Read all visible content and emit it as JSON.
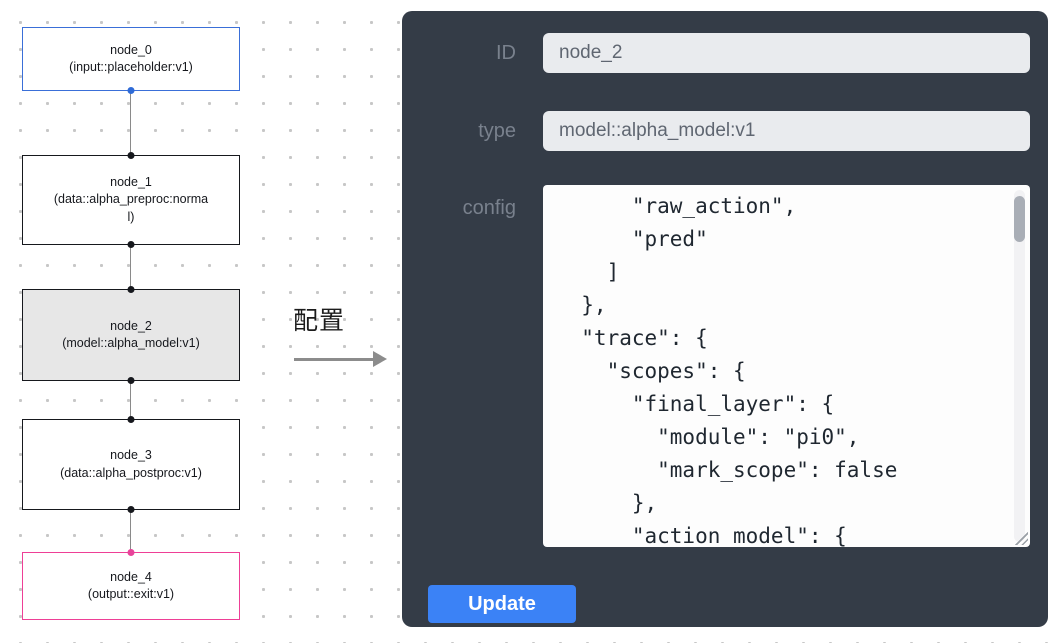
{
  "flow": {
    "nodes": [
      {
        "label": "node_0",
        "type_label": "(input::placeholder:v1)",
        "variant": "input"
      },
      {
        "label": "node_1",
        "type_label": "(data::alpha_preproc:normal)",
        "variant": "default"
      },
      {
        "label": "node_2",
        "type_label": "(model::alpha_model:v1)",
        "variant": "selected"
      },
      {
        "label": "node_3",
        "type_label": "(data::alpha_postproc:v1)",
        "variant": "default"
      },
      {
        "label": "node_4",
        "type_label": "(output::exit:v1)",
        "variant": "output"
      }
    ],
    "colors": {
      "input_border": "#3a6fd8",
      "output_border": "#ee3f96",
      "default_border": "#16181d",
      "selected_background": "#e7e7e7",
      "input_port": "#2f6bd7",
      "output_port": "#e8439a"
    }
  },
  "annotation": {
    "label": "配置"
  },
  "panel": {
    "background": "#343c47",
    "fields": [
      {
        "label": "ID",
        "value": "node_2"
      },
      {
        "label": "type",
        "value": "model::alpha_model:v1"
      }
    ],
    "config": {
      "label": "config",
      "value": "      \"raw_action\",\n      \"pred\"\n    ]\n  },\n  \"trace\": {\n    \"scopes\": {\n      \"final_layer\": {\n        \"module\": \"pi0\",\n        \"mark_scope\": false\n      },\n      \"action_model\": {"
    },
    "update_button": {
      "label": "Update",
      "color": "#3b82f6"
    }
  }
}
